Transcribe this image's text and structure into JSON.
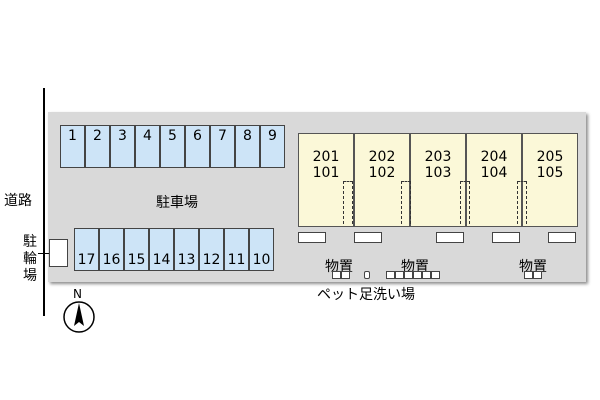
{
  "road_label": "道路",
  "parking_label": "駐車場",
  "bike_parking_label": "駐輪場",
  "compass_label": "N",
  "parking_top": [
    "1",
    "2",
    "3",
    "4",
    "5",
    "6",
    "7",
    "8",
    "9"
  ],
  "parking_bottom": [
    "17",
    "16",
    "15",
    "14",
    "13",
    "12",
    "11",
    "10"
  ],
  "units": [
    {
      "upper": "201",
      "lower": "101"
    },
    {
      "upper": "202",
      "lower": "102"
    },
    {
      "upper": "203",
      "lower": "103"
    },
    {
      "upper": "204",
      "lower": "104"
    },
    {
      "upper": "205",
      "lower": "105"
    }
  ],
  "storage_label": "物置",
  "storage_labels": [
    "物置",
    "物置",
    "物置"
  ],
  "pet_wash_label": "ペット足洗い場",
  "colors": {
    "parking_fill": "#cde4f7",
    "unit_fill": "#fbf8d8",
    "site_fill": "#d9d9d9"
  }
}
